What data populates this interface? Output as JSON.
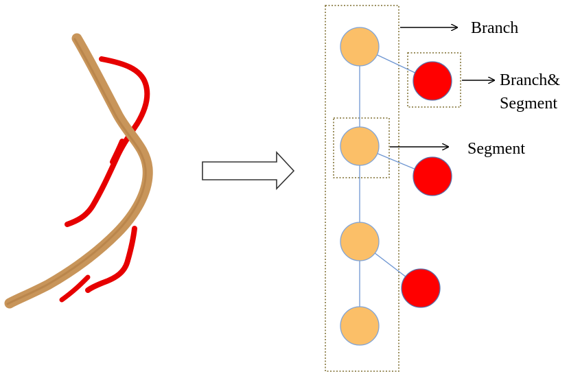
{
  "labels": {
    "branch": "Branch",
    "branch_segment_line1": "Branch&",
    "branch_segment_line2": "Segment",
    "segment": "Segment"
  },
  "colors": {
    "main_vessel": "#c8955a",
    "side_vessel": "#e60000",
    "node_main_fill": "#fbbf68",
    "node_main_stroke": "#7fa3d6",
    "node_branch_fill": "#ff0000",
    "node_branch_stroke": "#5b6fa8",
    "edge": "#6d95d1",
    "box_border": "#7a6a2a"
  },
  "icons": {
    "transform_arrow": "right-hollow-arrow-icon"
  }
}
